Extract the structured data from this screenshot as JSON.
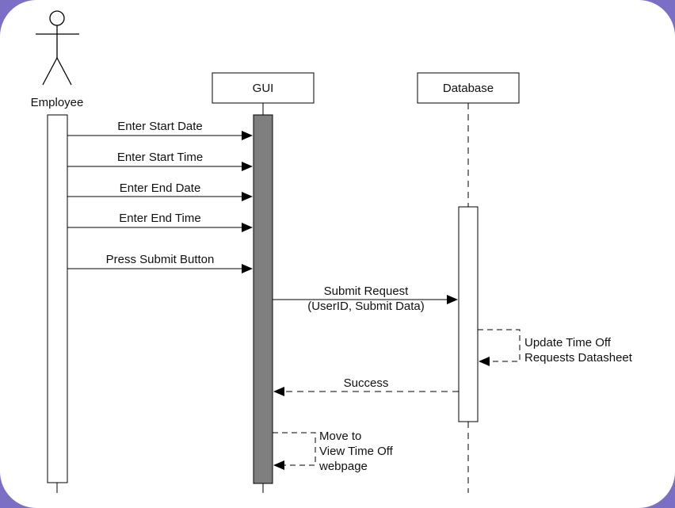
{
  "colors": {
    "frame": "#7a6fc4",
    "canvas": "#ffffff",
    "lines": "#000000",
    "gui_activation": "#7f7f7f",
    "db_activation": "#ffffff"
  },
  "participants": {
    "employee": {
      "label": "Employee",
      "icon": "stick-figure-icon"
    },
    "gui": {
      "label": "GUI"
    },
    "database": {
      "label": "Database"
    }
  },
  "messages": [
    {
      "label": "Enter Start Date",
      "from": "employee",
      "to": "gui",
      "style": "solid"
    },
    {
      "label": "Enter Start Time",
      "from": "employee",
      "to": "gui",
      "style": "solid"
    },
    {
      "label": "Enter End Date",
      "from": "employee",
      "to": "gui",
      "style": "solid"
    },
    {
      "label": "Enter End Time",
      "from": "employee",
      "to": "gui",
      "style": "solid"
    },
    {
      "label": "Press Submit Button",
      "from": "employee",
      "to": "gui",
      "style": "solid"
    },
    {
      "label_lines": [
        "Submit Request",
        "(UserID, Submit Data)"
      ],
      "from": "gui",
      "to": "database",
      "style": "solid"
    },
    {
      "label_lines": [
        "Update Time Off",
        "Requests Datasheet"
      ],
      "from": "database",
      "to": "database",
      "style": "dashed-self"
    },
    {
      "label": "Success",
      "from": "database",
      "to": "gui",
      "style": "dashed"
    },
    {
      "label_lines": [
        "Move to",
        "View Time Off",
        "webpage"
      ],
      "from": "gui",
      "to": "gui",
      "style": "dashed-self"
    }
  ]
}
